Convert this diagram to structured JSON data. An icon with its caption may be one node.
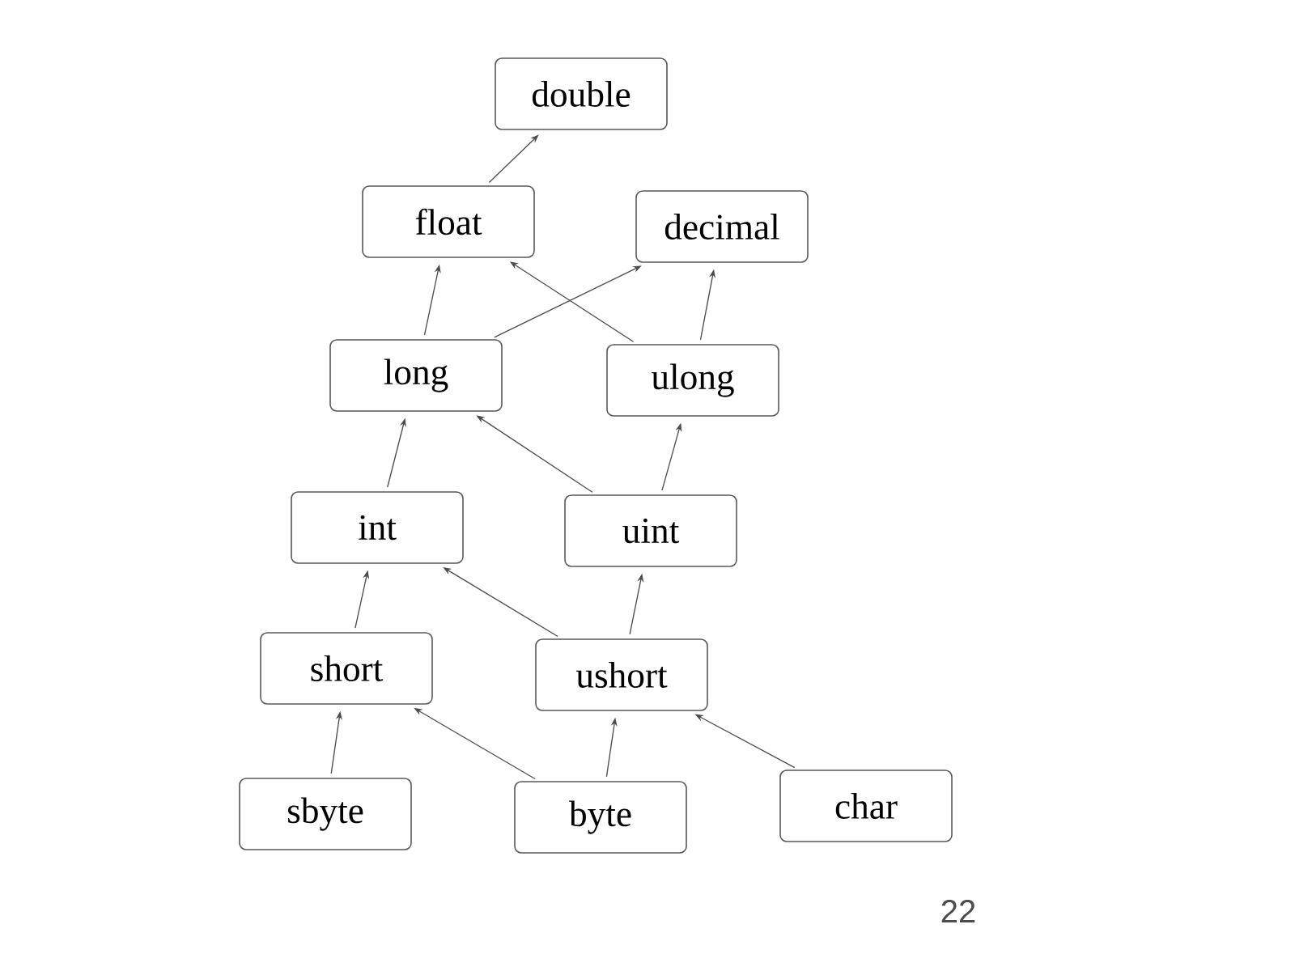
{
  "diagram": {
    "nodes": [
      {
        "text": [
          "double"
        ]
      },
      {
        "text": [
          "float"
        ]
      },
      {
        "text": [
          "decimal"
        ]
      },
      {
        "text": [
          "long"
        ]
      },
      {
        "text": [
          "ulong"
        ]
      },
      {
        "text": [
          "int"
        ]
      },
      {
        "text": [
          "uint"
        ]
      },
      {
        "text": [
          "short"
        ]
      },
      {
        "text": [
          "ushort"
        ]
      },
      {
        "text": [
          "sbyte"
        ]
      },
      {
        "text": [
          "byte"
        ]
      },
      {
        "text": [
          "char"
        ]
      }
    ],
    "edges": [
      {
        "from": 1,
        "to": 0,
        "arrow": "to"
      },
      {
        "from": 3,
        "to": 1,
        "arrow": "to"
      },
      {
        "from": 3,
        "to": 2,
        "arrow": "to"
      },
      {
        "from": 4,
        "to": 1,
        "arrow": "to"
      },
      {
        "from": 4,
        "to": 2,
        "arrow": "to"
      },
      {
        "from": 5,
        "to": 3,
        "arrow": "to"
      },
      {
        "from": 6,
        "to": 3,
        "arrow": "to"
      },
      {
        "from": 6,
        "to": 4,
        "arrow": "to"
      },
      {
        "from": 7,
        "to": 5,
        "arrow": "to"
      },
      {
        "from": 8,
        "to": 5,
        "arrow": "to"
      },
      {
        "from": 8,
        "to": 6,
        "arrow": "to"
      },
      {
        "from": 9,
        "to": 7,
        "arrow": "to"
      },
      {
        "from": 10,
        "to": 7,
        "arrow": "to"
      },
      {
        "from": 10,
        "to": 8,
        "arrow": "to"
      },
      {
        "from": 11,
        "to": 8,
        "arrow": "to"
      }
    ],
    "labels": [
      "22"
    ]
  }
}
